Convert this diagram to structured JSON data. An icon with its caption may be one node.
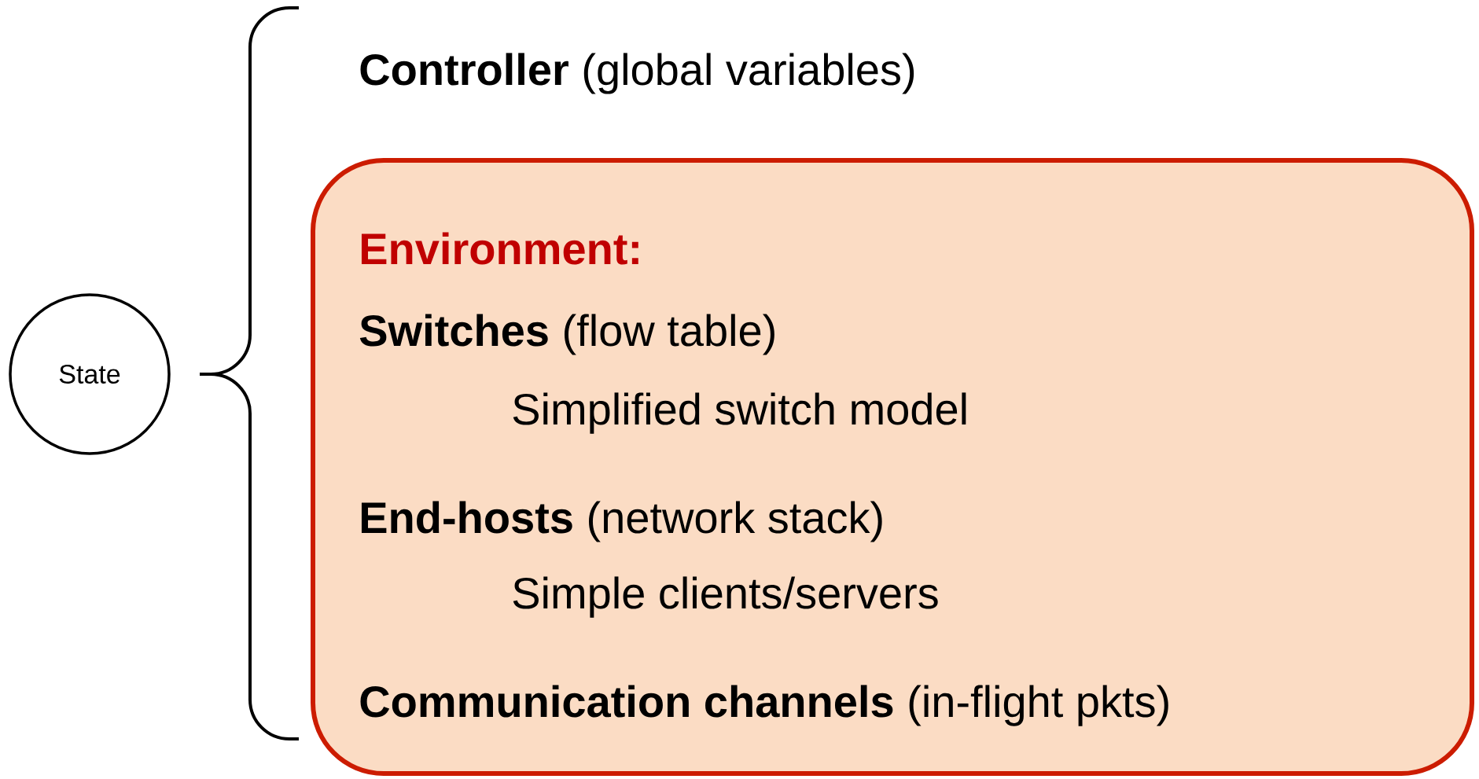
{
  "diagram": {
    "nodes": [
      {
        "text": [
          "State"
        ]
      },
      {
        "text": [
          "Environment:",
          "**Switches** (flow table)",
          "Simplified switch model",
          "**End-hosts** (network stack)",
          "Simple clients/servers",
          "**Communication channels** (in-flight pkts)"
        ]
      }
    ],
    "labels": [
      "**Controller** (global variables)"
    ]
  }
}
